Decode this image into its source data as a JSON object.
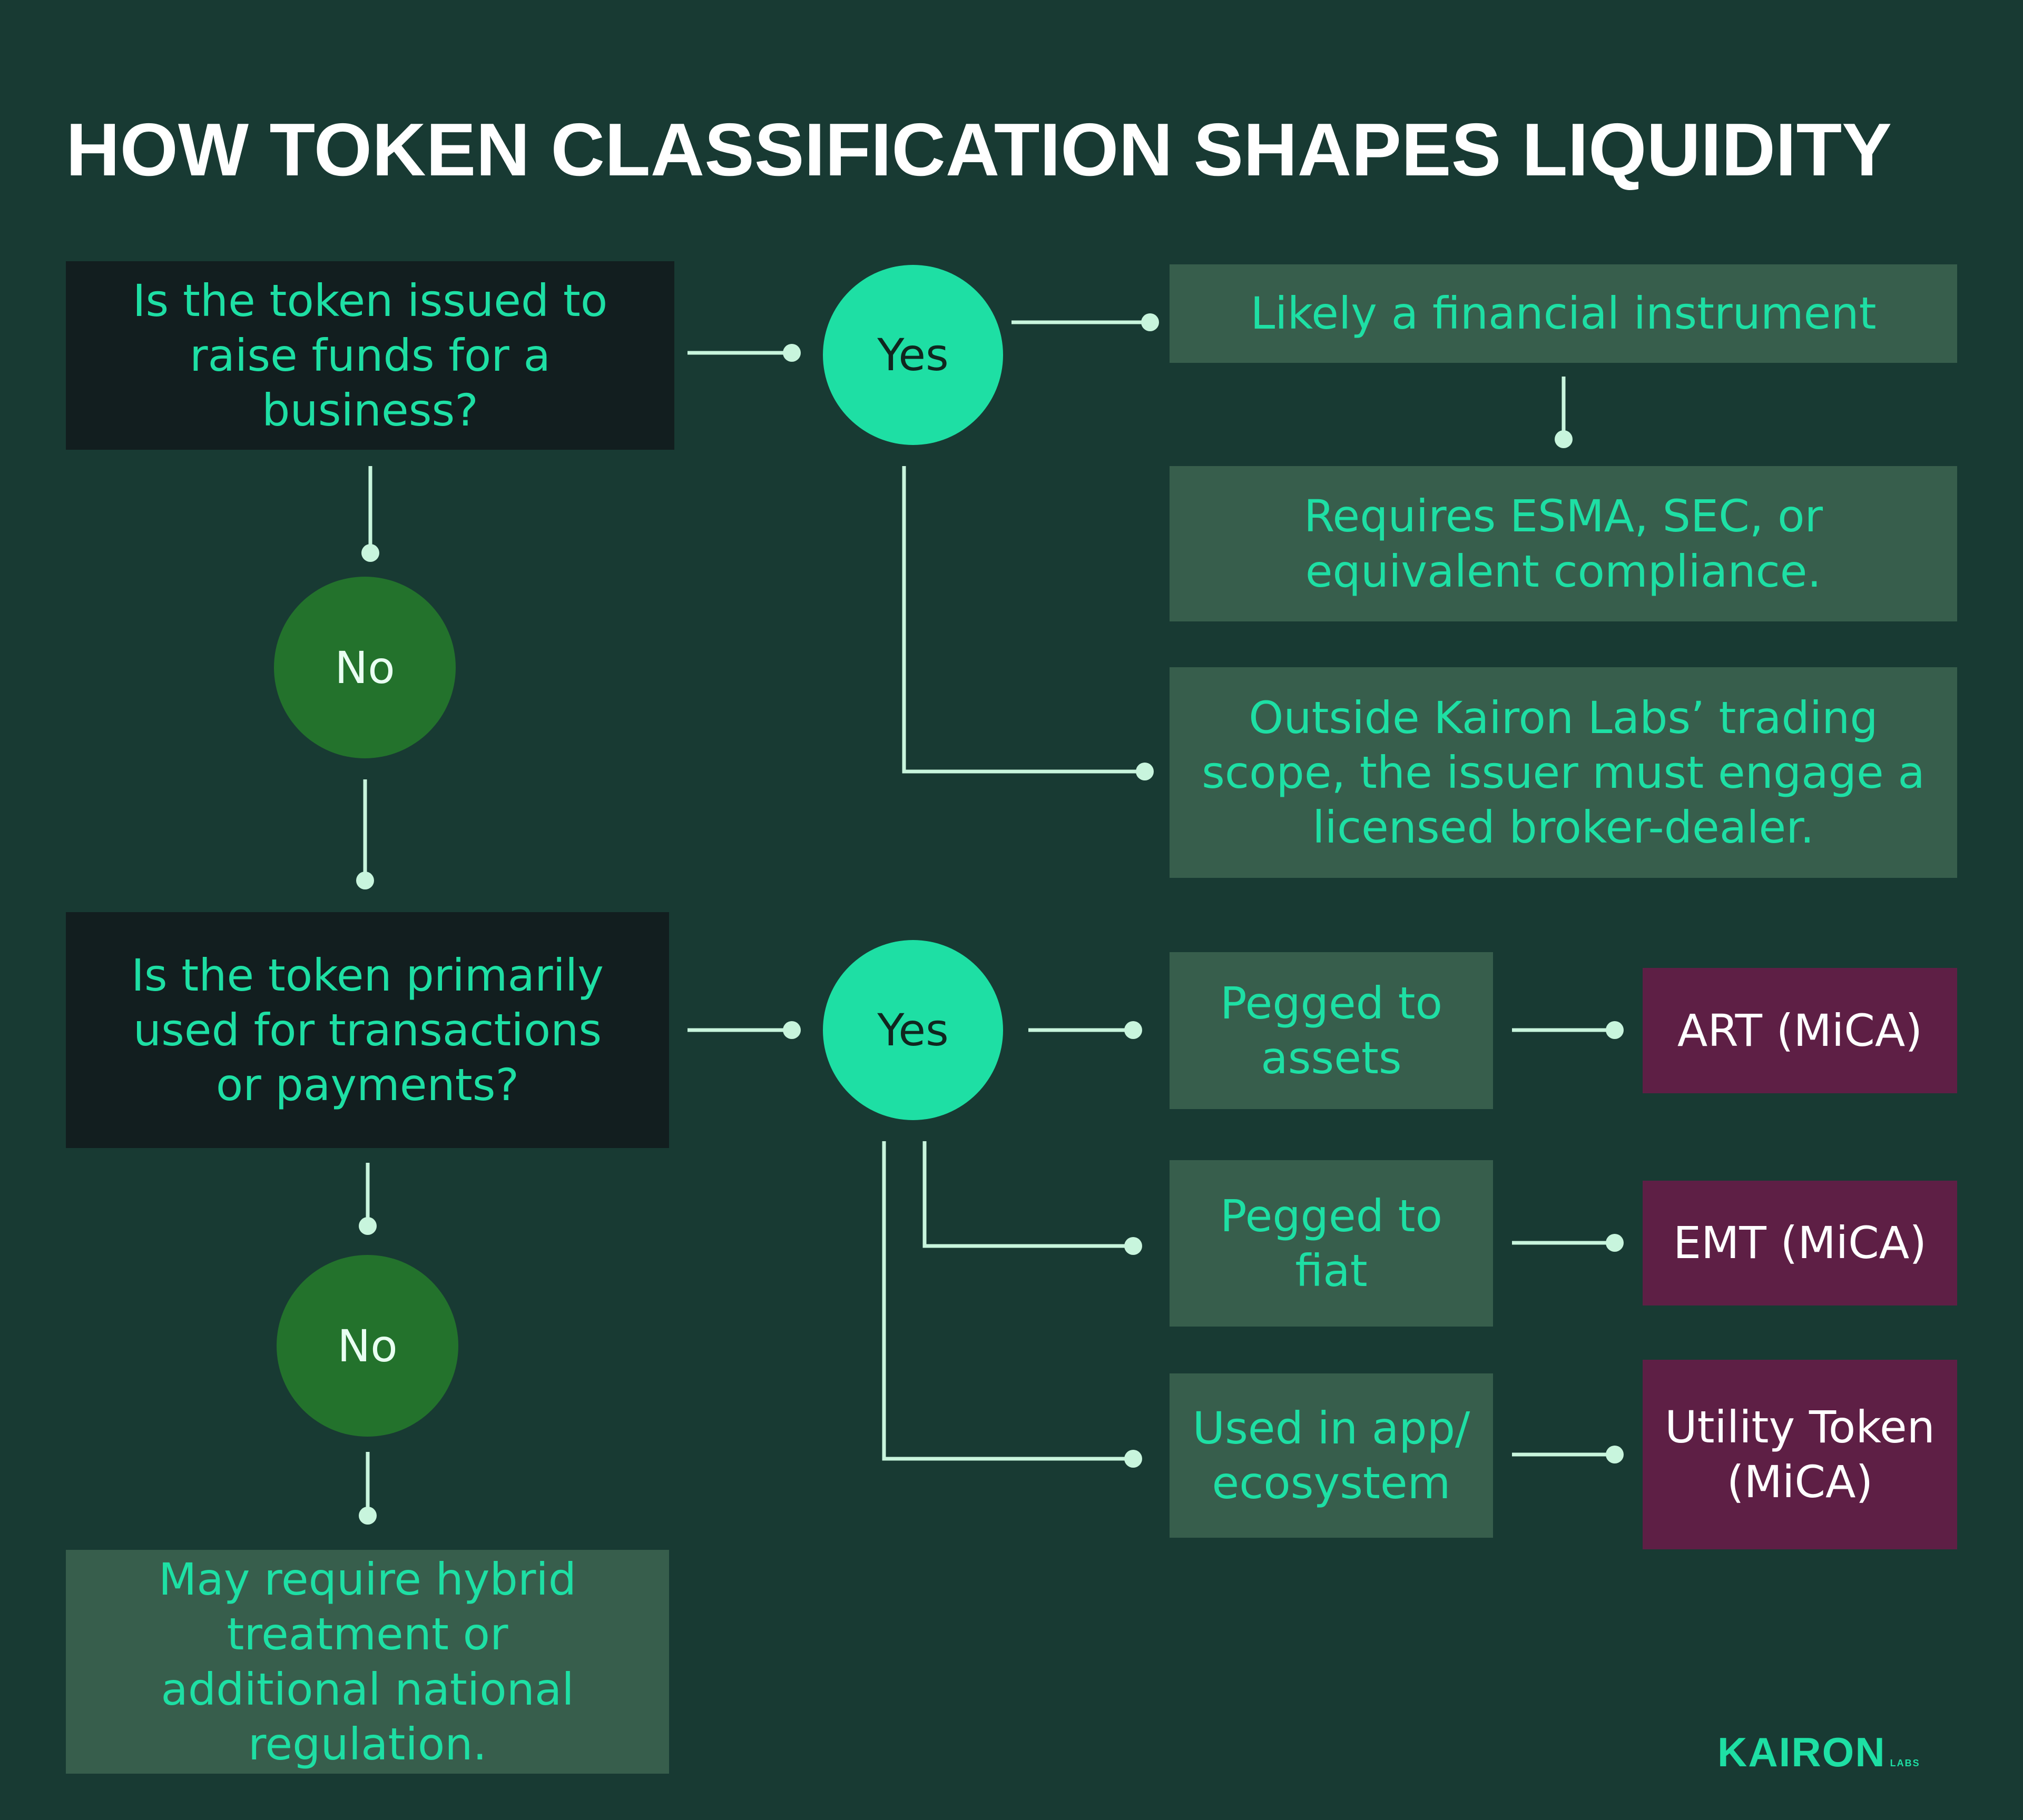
{
  "title": "HOW TOKEN CLASSIFICATION SHAPES LIQUIDITY",
  "question_1": "Is the token issued to raise funds for a business?",
  "question_2": "Is the token primarily used for transactions or payments?",
  "yes_label": "Yes",
  "no_label": "No",
  "outcomes_q1": {
    "financial_instrument": "Likely a financial instrument",
    "compliance": "Requires ESMA, SEC, or equivalent compliance.",
    "outside_scope": "Outside Kairon Labs’ trading scope, the issuer must engage a licensed broker-dealer."
  },
  "outcomes_q2": [
    {
      "condition": "Pegged to assets",
      "result": "ART (MiCA)"
    },
    {
      "condition": "Pegged to fiat",
      "result": "EMT (MiCA)"
    },
    {
      "condition": "Used in app/ ecosystem",
      "result": "Utility Token (MiCA)"
    }
  ],
  "fallback": "May require hybrid treatment or additional national regulation.",
  "logo": {
    "main": "KAIRON",
    "sub": "LABS"
  },
  "colors": {
    "background": "#183a33",
    "question_box": "#121e1f",
    "result_box": "#375e4c",
    "mica_box": "#5e1f45",
    "accent": "#1edfa4",
    "no_circle": "#23722c",
    "connector": "#c8f5dd"
  }
}
